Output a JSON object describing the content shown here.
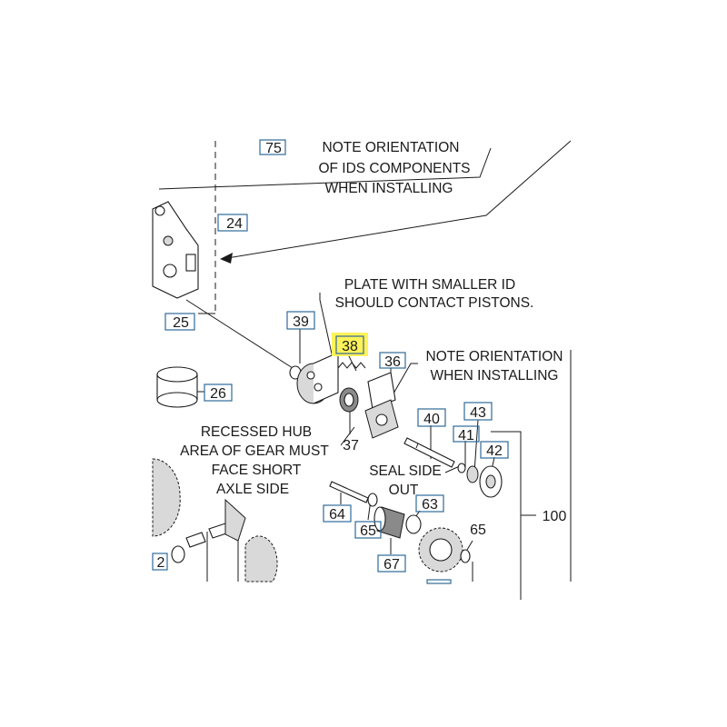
{
  "notes": {
    "ids_orientation": [
      "NOTE ORIENTATION",
      "OF IDS COMPONENTS",
      "WHEN INSTALLING"
    ],
    "plate_id": [
      "PLATE WITH SMALLER ID",
      "SHOULD CONTACT PISTONS."
    ],
    "orientation": [
      "NOTE ORIENTATION",
      "WHEN INSTALLING"
    ],
    "recessed_hub": [
      "RECESSED HUB",
      "AREA OF GEAR MUST",
      "FACE SHORT",
      "AXLE SIDE"
    ],
    "seal": [
      "SEAL SIDE",
      "OUT"
    ]
  },
  "callouts": {
    "c75": "75",
    "c24": "24",
    "c25": "25",
    "c39": "39",
    "c38": "38",
    "c36": "36",
    "c26": "26",
    "c37": "37",
    "c40": "40",
    "c43": "43",
    "c41": "41",
    "c42": "42",
    "c100": "100",
    "c64": "64",
    "c65a": "65",
    "c63": "63",
    "c65b": "65",
    "c67": "67",
    "c2": "2"
  },
  "colors": {
    "callout_box": "#2f6a9a",
    "highlight": "#fff35a",
    "linework": "#1a1a1a"
  }
}
